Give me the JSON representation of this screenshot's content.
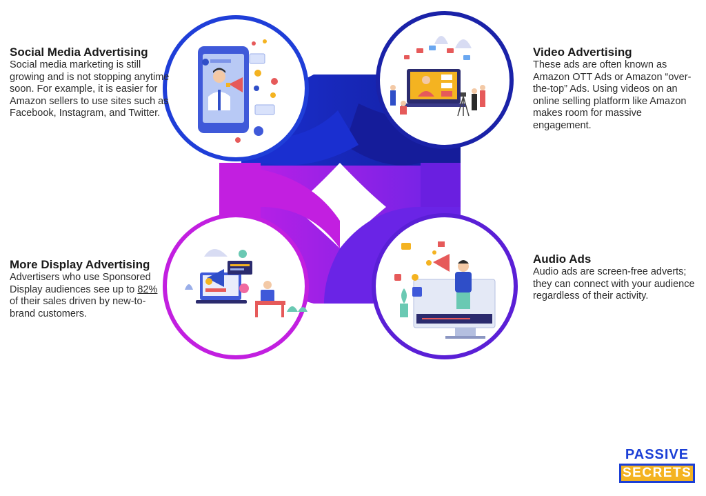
{
  "cards": [
    {
      "id": "social",
      "title": "Social Media Advertising",
      "body": "Social media marketing is still growing and is not stopping anytime soon. For example, it is easier for Amazon sellers to use sites such as Facebook, Instagram, and Twitter."
    },
    {
      "id": "video",
      "title": "Video Advertising",
      "body": "These ads are often known as Amazon OTT Ads or Amazon “over-the-top” Ads. Using videos on an online selling platform like Amazon makes room for massive engagement."
    },
    {
      "id": "display",
      "title": "More Display Advertising",
      "body_pre": "Advertisers who use Sponsored Display audiences see up to ",
      "body_highlight": "82%",
      "body_post": " of their sales driven by new-to-brand customers."
    },
    {
      "id": "audio",
      "title": "Audio Ads",
      "body": "Audio ads are screen-free adverts; they can connect with your audience regardless of their activity."
    }
  ],
  "logo": {
    "line1": "PASSIVE",
    "line2": "SECRETS"
  },
  "colors": {
    "blue_ring": "#1f3ed8",
    "navy_band": "#1a22a8",
    "magenta": "#c21fe0",
    "violet": "#6a1fe0",
    "purple_ring": "#5a1fd6",
    "logo_yellow": "#f4b321"
  }
}
